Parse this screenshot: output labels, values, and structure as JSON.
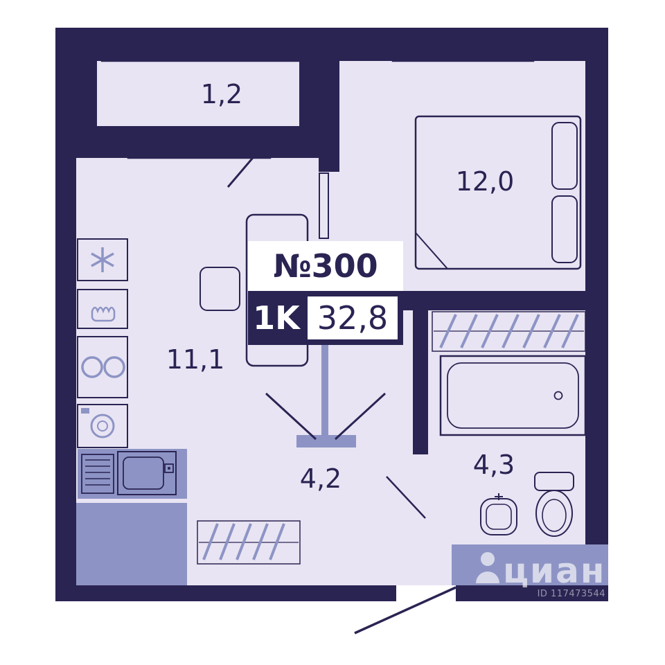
{
  "unit": {
    "number": "№300",
    "type": "1K",
    "area": "32,8"
  },
  "rooms": {
    "balcony": {
      "label": "1,2"
    },
    "bedroom": {
      "label": "12,0"
    },
    "kitchen": {
      "label": "11,1"
    },
    "hallway": {
      "label": "4,2"
    },
    "bathroom": {
      "label": "4,3"
    }
  },
  "watermark": {
    "brand": "циан",
    "id": "ID 117473544"
  },
  "colors": {
    "wall": "#2a2453",
    "room": "#e9e4f3",
    "accent": "#8d94c5",
    "background": "#ffffff"
  },
  "icons": {
    "fridge": "snowflake-icon",
    "small_appliance": "pot-icon",
    "stove": "burners-icon",
    "washer": "washing-machine-icon",
    "wardrobe": "hanger-hatch-icon",
    "watermark_person": "person-icon"
  }
}
